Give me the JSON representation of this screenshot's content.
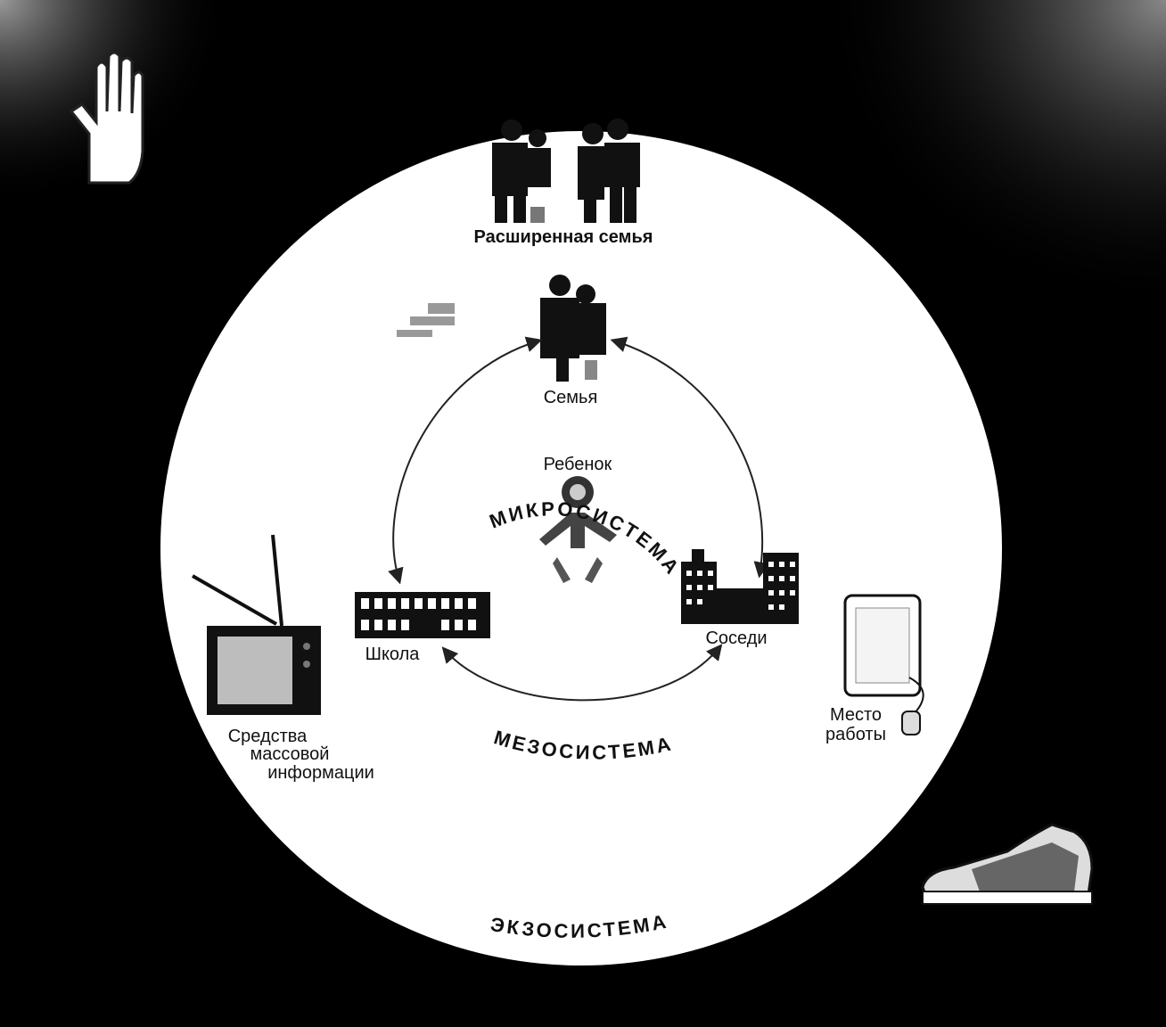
{
  "labels": {
    "extended_family": "Расширенная семья",
    "family": "Семья",
    "child": "Ребенок",
    "school": "Школа",
    "neighbors": "Соседи",
    "media": [
      "Средства",
      "массовой",
      "информации"
    ],
    "workplace": [
      "Место",
      "работы"
    ]
  },
  "systems": {
    "micro": "МИКРОСИСТЕМА",
    "meso": "МЕЗОСИСТЕМА",
    "exo": "ЭКЗОСИСТЕМА"
  },
  "colors": {
    "background": "#000000",
    "circle": "#ffffff",
    "ink": "#111111",
    "screen_gray": "#bdbdbd"
  },
  "icons": {
    "top_left": "hand-icon",
    "bottom_right": "sneaker-icon",
    "extended_family": "extended-family-icon",
    "family": "family-icon",
    "child": "child-icon",
    "school": "school-icon",
    "neighbors": "buildings-icon",
    "media": "tv-icon",
    "workplace": "computer-icon"
  }
}
